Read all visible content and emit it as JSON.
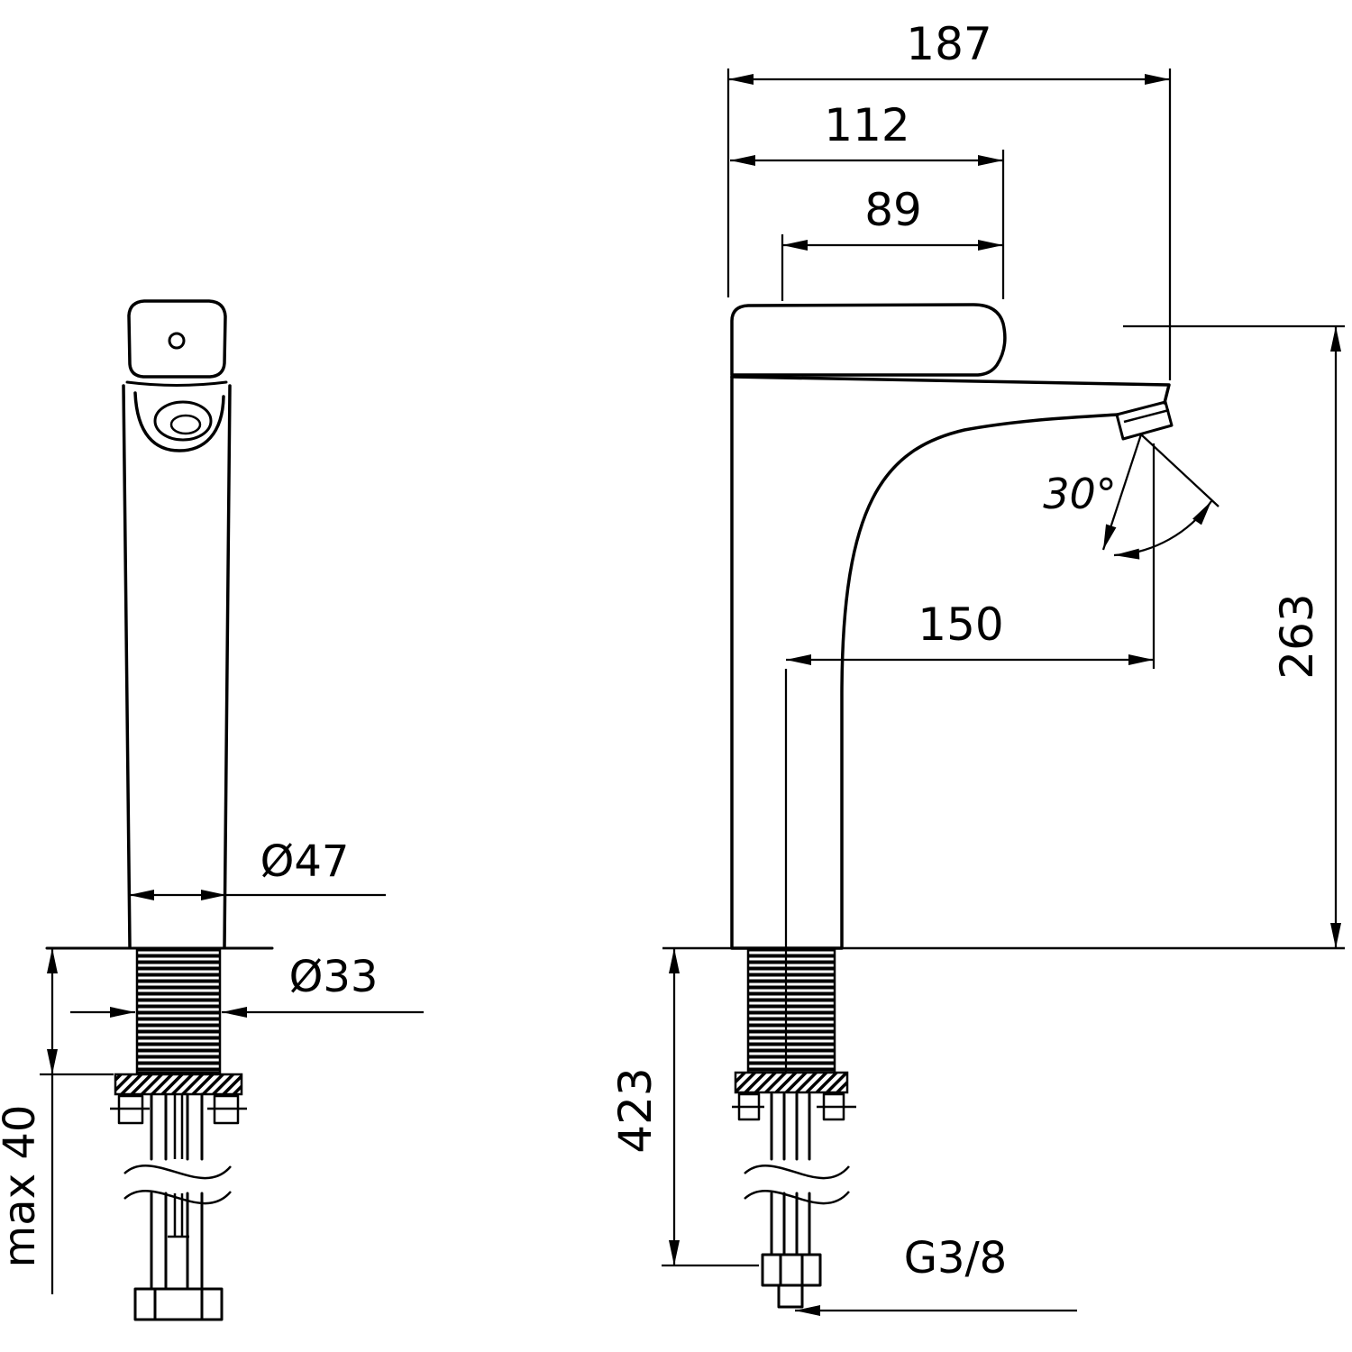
{
  "diagram": {
    "subject": "single-lever tall basin faucet installation drawing",
    "bg_color": "#ffffff",
    "line_color": "#000000",
    "dims": {
      "overall_length": "187",
      "lever_reach": "112",
      "lever_length": "89",
      "lever_angle": "30°",
      "height_above_deck": "263",
      "spout_reach": "150",
      "body_diameter": "Ø47",
      "shank_diameter": "Ø33",
      "max_deck_thickness": "max 40",
      "length_below_deck": "423",
      "thread_size": "G3/8"
    }
  }
}
